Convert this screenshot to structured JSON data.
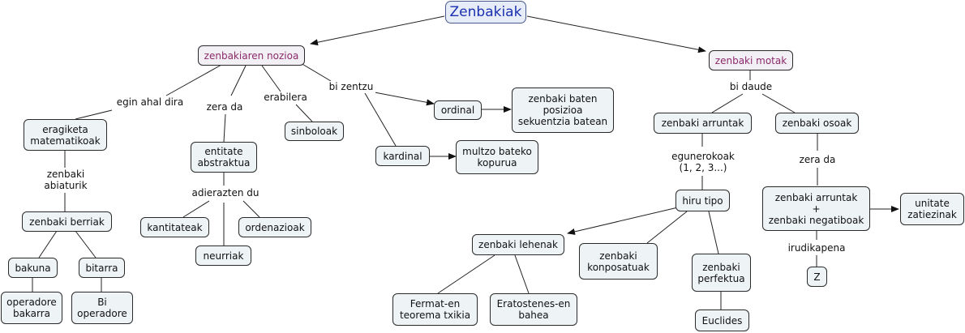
{
  "root": "Zenbakiak",
  "nodes": {
    "nozioa": "zenbakiaren nozioa",
    "motak": "zenbaki motak",
    "eragiketa": "eragiketa\nmatematikoak",
    "berriak": "zenbaki berriak",
    "bakuna": "bakuna",
    "bitarra": "bitarra",
    "op_bakarra": "operadore\nbakarra",
    "bi_operadore": "Bi\noperadore",
    "entitate": "entitate\nabstraktua",
    "kantitateak": "kantitateak",
    "neurriak": "neurriak",
    "ordenazioak": "ordenazioak",
    "sinboloak": "sinboloak",
    "ordinal": "ordinal",
    "posizioa": "zenbaki baten\nposizioa\nsekuentzia batean",
    "kardinal": "kardinal",
    "multzo": "multzo bateko\nkopurua",
    "arruntak": "zenbaki arruntak",
    "osoak": "zenbaki osoak",
    "hiru_tipo": "hiru tipo",
    "lehenak": "zenbaki lehenak",
    "konposatuak": "zenbaki\nkonposatuak",
    "perfektua": "zenbaki\nperfektua",
    "euclides": "Euclides",
    "fermat": "Fermat-en\nteorema txikia",
    "eratostenes": "Eratostenes-en\nbahea",
    "arrunt_neg": "zenbaki arruntak\n+\nzenbaki negatiboak",
    "unitate": "unitate\nzatiezinak",
    "z": "Z"
  },
  "links": {
    "egin_ahal": "egin ahal dira",
    "zera_da_1": "zera da",
    "erabilera": "erabilera",
    "bi_zentzu": "bi zentzu",
    "bi_daude": "bi daude",
    "zenbaki_abiaturik": "zenbaki\nabiaturik",
    "adierazten_du": "adierazten du",
    "egunerokoak": "egunerokoak\n(1, 2, 3...)",
    "zera_da_2": "zera da",
    "irudikapena": "irudikapena"
  },
  "colors": {
    "node_fill": "#eef3f6",
    "root_text": "#1c2fb0",
    "subtopic_text": "#8a2a6a",
    "line": "#222222"
  }
}
